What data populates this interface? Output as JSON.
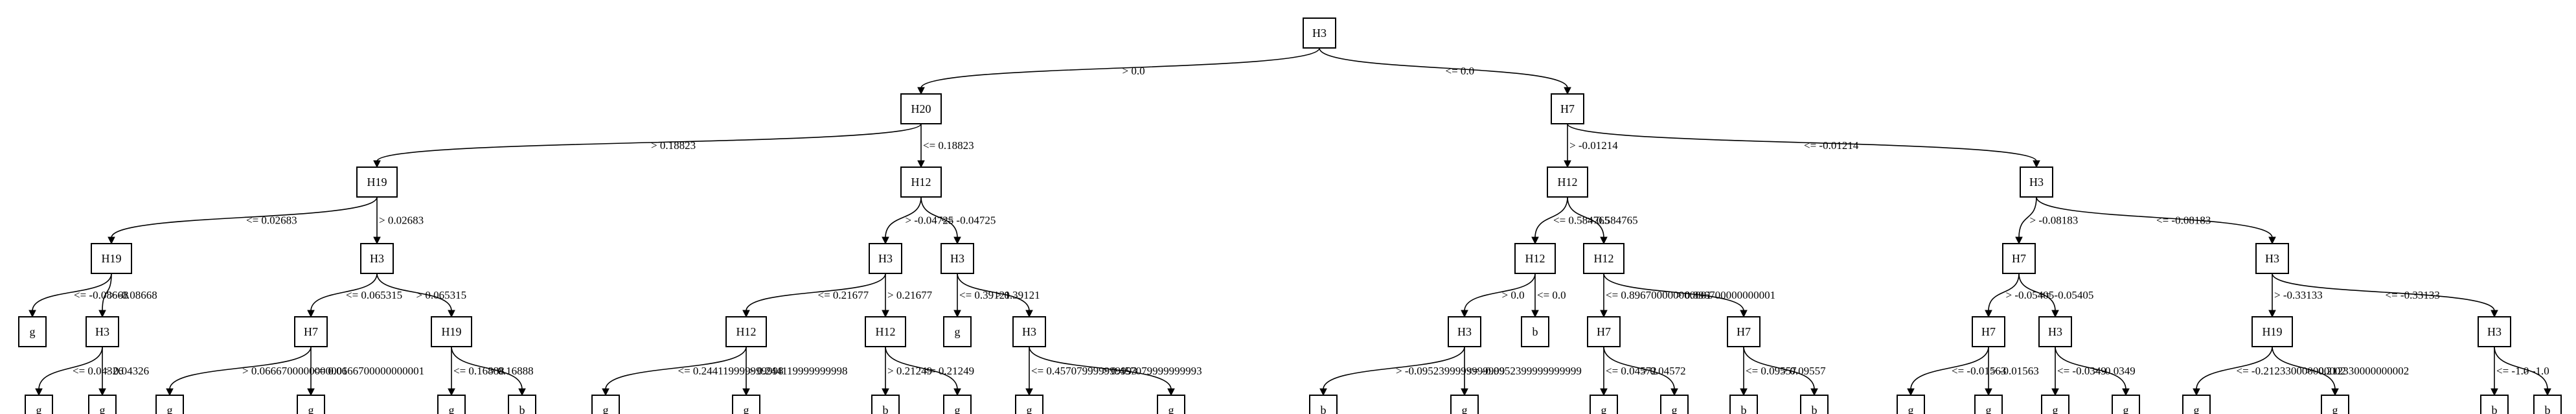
{
  "tree": {
    "nodes": [
      {
        "id": "n0",
        "label": "H3"
      },
      {
        "id": "n1",
        "label": "H20"
      },
      {
        "id": "n2",
        "label": "H7"
      },
      {
        "id": "n3",
        "label": "H19"
      },
      {
        "id": "n4",
        "label": "H12"
      },
      {
        "id": "n5",
        "label": "H12"
      },
      {
        "id": "n6",
        "label": "H3"
      },
      {
        "id": "n7",
        "label": "H19"
      },
      {
        "id": "n8",
        "label": "H3"
      },
      {
        "id": "n9",
        "label": "H3"
      },
      {
        "id": "n10",
        "label": "H3"
      },
      {
        "id": "n11",
        "label": "H12"
      },
      {
        "id": "n12",
        "label": "H12"
      },
      {
        "id": "n13",
        "label": "H7"
      },
      {
        "id": "n14",
        "label": "H3"
      },
      {
        "id": "n15",
        "label": "g"
      },
      {
        "id": "n16",
        "label": "H3"
      },
      {
        "id": "n17",
        "label": "H7"
      },
      {
        "id": "n18",
        "label": "H19"
      },
      {
        "id": "n19",
        "label": "H12"
      },
      {
        "id": "n20",
        "label": "H12"
      },
      {
        "id": "n21",
        "label": "g"
      },
      {
        "id": "n22",
        "label": "H3"
      },
      {
        "id": "n23",
        "label": "H3"
      },
      {
        "id": "n24",
        "label": "b"
      },
      {
        "id": "n25",
        "label": "H7"
      },
      {
        "id": "n26",
        "label": "H7"
      },
      {
        "id": "n27",
        "label": "H7"
      },
      {
        "id": "n28",
        "label": "H3"
      },
      {
        "id": "n29",
        "label": "H19"
      },
      {
        "id": "n30",
        "label": "H3"
      },
      {
        "id": "n31",
        "label": "g"
      },
      {
        "id": "n32",
        "label": "g"
      },
      {
        "id": "n33",
        "label": "g"
      },
      {
        "id": "n34",
        "label": "g"
      },
      {
        "id": "n35",
        "label": "g"
      },
      {
        "id": "n36",
        "label": "b"
      },
      {
        "id": "n37",
        "label": "g"
      },
      {
        "id": "n38",
        "label": "g"
      },
      {
        "id": "n39",
        "label": "b"
      },
      {
        "id": "n40",
        "label": "g"
      },
      {
        "id": "n41",
        "label": "g"
      },
      {
        "id": "n42",
        "label": "g"
      },
      {
        "id": "n43",
        "label": "b"
      },
      {
        "id": "n44",
        "label": "g"
      },
      {
        "id": "n45",
        "label": "g"
      },
      {
        "id": "n46",
        "label": "g"
      },
      {
        "id": "n47",
        "label": "b"
      },
      {
        "id": "n48",
        "label": "b"
      },
      {
        "id": "n49",
        "label": "g"
      },
      {
        "id": "n50",
        "label": "g"
      },
      {
        "id": "n51",
        "label": "g"
      },
      {
        "id": "n52",
        "label": "g"
      },
      {
        "id": "n53",
        "label": "g"
      },
      {
        "id": "n54",
        "label": "g"
      },
      {
        "id": "n55",
        "label": "b"
      },
      {
        "id": "n56",
        "label": "b"
      }
    ],
    "edges": [
      {
        "from": "n0",
        "to": "n1",
        "label": "> 0.0"
      },
      {
        "from": "n0",
        "to": "n2",
        "label": "<= 0.0"
      },
      {
        "from": "n1",
        "to": "n3",
        "label": "> 0.18823"
      },
      {
        "from": "n1",
        "to": "n4",
        "label": "<= 0.18823"
      },
      {
        "from": "n2",
        "to": "n5",
        "label": "> -0.01214"
      },
      {
        "from": "n2",
        "to": "n6",
        "label": "<= -0.01214"
      },
      {
        "from": "n3",
        "to": "n7",
        "label": "<= 0.02683"
      },
      {
        "from": "n3",
        "to": "n8",
        "label": "> 0.02683"
      },
      {
        "from": "n4",
        "to": "n9",
        "label": "> -0.04725"
      },
      {
        "from": "n4",
        "to": "n10",
        "label": "<= -0.04725"
      },
      {
        "from": "n5",
        "to": "n11",
        "label": "<= 0.584765"
      },
      {
        "from": "n5",
        "to": "n12",
        "label": "> 0.584765"
      },
      {
        "from": "n6",
        "to": "n13",
        "label": "> -0.08183"
      },
      {
        "from": "n6",
        "to": "n14",
        "label": "<= -0.08183"
      },
      {
        "from": "n7",
        "to": "n15",
        "label": "<= -0.08668"
      },
      {
        "from": "n7",
        "to": "n16",
        "label": "> -0.08668"
      },
      {
        "from": "n8",
        "to": "n17",
        "label": "<= 0.065315"
      },
      {
        "from": "n8",
        "to": "n18",
        "label": "> 0.065315"
      },
      {
        "from": "n9",
        "to": "n19",
        "label": "<= 0.21677"
      },
      {
        "from": "n9",
        "to": "n20",
        "label": "> 0.21677"
      },
      {
        "from": "n10",
        "to": "n21",
        "label": "<= 0.39121"
      },
      {
        "from": "n10",
        "to": "n22",
        "label": "> 0.39121"
      },
      {
        "from": "n11",
        "to": "n23",
        "label": "> 0.0"
      },
      {
        "from": "n11",
        "to": "n24",
        "label": "<= 0.0"
      },
      {
        "from": "n12",
        "to": "n25",
        "label": "<= 0.896700000000001"
      },
      {
        "from": "n12",
        "to": "n26",
        "label": "> 0.896700000000001"
      },
      {
        "from": "n13",
        "to": "n27",
        "label": "> -0.05405"
      },
      {
        "from": "n13",
        "to": "n28",
        "label": "<= -0.05405"
      },
      {
        "from": "n14",
        "to": "n29",
        "label": "> -0.33133"
      },
      {
        "from": "n14",
        "to": "n30",
        "label": "<= -0.33133"
      },
      {
        "from": "n16",
        "to": "n31",
        "label": "<= 0.04326"
      },
      {
        "from": "n16",
        "to": "n32",
        "label": "> 0.04326"
      },
      {
        "from": "n17",
        "to": "n33",
        "label": "> 0.0666700000000001"
      },
      {
        "from": "n17",
        "to": "n34",
        "label": "<= 0.0666700000000001"
      },
      {
        "from": "n18",
        "to": "n35",
        "label": "<= 0.16888"
      },
      {
        "from": "n18",
        "to": "n36",
        "label": "> 0.16888"
      },
      {
        "from": "n19",
        "to": "n37",
        "label": "<= 0.244119999999998"
      },
      {
        "from": "n19",
        "to": "n38",
        "label": "> 0.244119999999998"
      },
      {
        "from": "n20",
        "to": "n39",
        "label": "> 0.21249"
      },
      {
        "from": "n20",
        "to": "n40",
        "label": "<= 0.21249"
      },
      {
        "from": "n22",
        "to": "n41",
        "label": "<= 0.457079999999993"
      },
      {
        "from": "n22",
        "to": "n42",
        "label": "> 0.457079999999993"
      },
      {
        "from": "n23",
        "to": "n43",
        "label": "> -0.0952399999999999"
      },
      {
        "from": "n23",
        "to": "n44",
        "label": "<= -0.0952399999999999"
      },
      {
        "from": "n25",
        "to": "n45",
        "label": "<= 0.04572"
      },
      {
        "from": "n25",
        "to": "n46",
        "label": "> 0.04572"
      },
      {
        "from": "n26",
        "to": "n47",
        "label": "<= 0.09557"
      },
      {
        "from": "n26",
        "to": "n48",
        "label": "> 0.09557"
      },
      {
        "from": "n27",
        "to": "n49",
        "label": "<= -0.01563"
      },
      {
        "from": "n27",
        "to": "n50",
        "label": "> -0.01563"
      },
      {
        "from": "n28",
        "to": "n51",
        "label": "<= -0.0349"
      },
      {
        "from": "n28",
        "to": "n52",
        "label": "> -0.0349"
      },
      {
        "from": "n29",
        "to": "n53",
        "label": "<= -0.212330000000002"
      },
      {
        "from": "n29",
        "to": "n54",
        "label": "> -0.212330000000002"
      },
      {
        "from": "n30",
        "to": "n55",
        "label": "<= -1.0"
      },
      {
        "from": "n30",
        "to": "n56",
        "label": "> -1.0"
      }
    ]
  }
}
